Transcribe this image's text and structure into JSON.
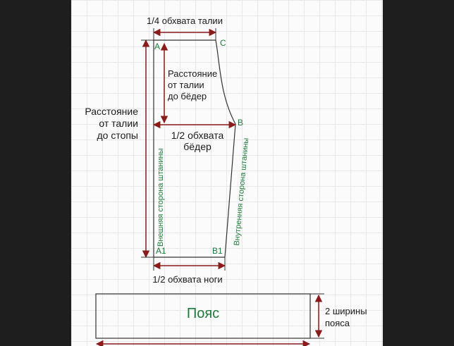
{
  "labels": {
    "quarter_waist": "1/4 обхвата талии",
    "waist_to_hip": [
      "Расстояние",
      "от талии",
      "до бёдер"
    ],
    "waist_to_foot": [
      "Расстояние",
      "от талии",
      "до стопы"
    ],
    "half_hip": [
      "1/2 обхвата",
      "бёдер"
    ],
    "half_leg": "1/2 обхвата ноги",
    "outer_side": "Внешняя сторона штанины",
    "inner_side": "Внутренняя сторона штанины",
    "belt": "Пояс",
    "belt_width": [
      "2 ширины",
      "пояса"
    ]
  },
  "points": {
    "a": "А",
    "c": "С",
    "b": "В",
    "a1": "А1",
    "b1": "В1"
  },
  "colors": {
    "outline": "#333333",
    "arrow": "#8b1a1a",
    "point": "#1f7a3a",
    "belt": "#1f7a3a"
  }
}
